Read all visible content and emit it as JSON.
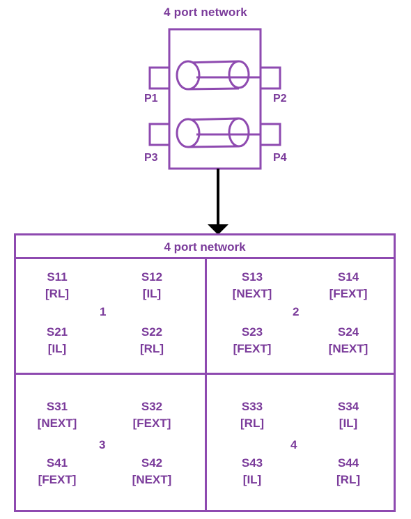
{
  "network": {
    "title": "4 port network",
    "ports": {
      "p1": "P1",
      "p2": "P2",
      "p3": "P3",
      "p4": "P4"
    }
  },
  "matrix": {
    "title": "4 port network",
    "quadrants": [
      {
        "number": "1",
        "cells": [
          {
            "param": "S11",
            "type": "[RL]"
          },
          {
            "param": "S12",
            "type": "[IL]"
          },
          {
            "param": "S21",
            "type": "[IL]"
          },
          {
            "param": "S22",
            "type": "[RL]"
          }
        ]
      },
      {
        "number": "2",
        "cells": [
          {
            "param": "S13",
            "type": "[NEXT]"
          },
          {
            "param": "S14",
            "type": "[FEXT]"
          },
          {
            "param": "S23",
            "type": "[FEXT]"
          },
          {
            "param": "S24",
            "type": "[NEXT]"
          }
        ]
      },
      {
        "number": "3",
        "cells": [
          {
            "param": "S31",
            "type": "[NEXT]"
          },
          {
            "param": "S32",
            "type": "[FEXT]"
          },
          {
            "param": "S41",
            "type": "[FEXT]"
          },
          {
            "param": "S42",
            "type": "[NEXT]"
          }
        ]
      },
      {
        "number": "4",
        "cells": [
          {
            "param": "S33",
            "type": "[RL]"
          },
          {
            "param": "S34",
            "type": "[IL]"
          },
          {
            "param": "S43",
            "type": "[IL]"
          },
          {
            "param": "S44",
            "type": "[RL]"
          }
        ]
      }
    ]
  },
  "colors": {
    "accent": "#8e4ab0",
    "text": "#7a3a9a",
    "arrow": "#000000"
  }
}
